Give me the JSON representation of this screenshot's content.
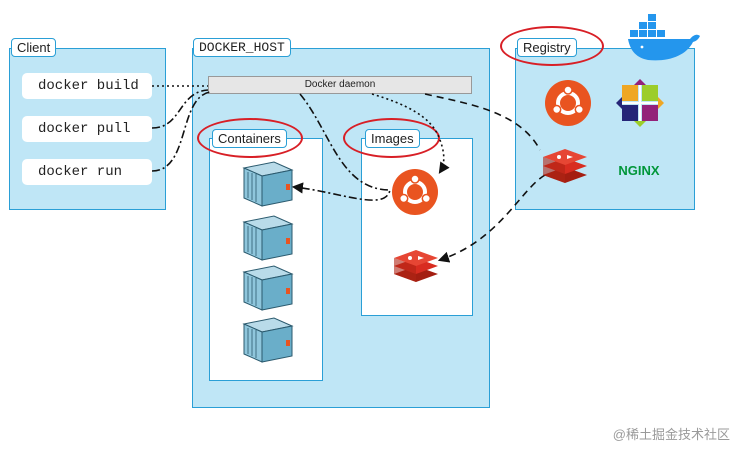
{
  "client": {
    "title": "Client",
    "commands": [
      "docker build",
      "docker pull",
      "docker run"
    ]
  },
  "host": {
    "title": "DOCKER_HOST",
    "daemon": "Docker daemon",
    "containers_title": "Containers",
    "images_title": "Images"
  },
  "registry": {
    "title": "Registry",
    "nginx_text": "NGINX"
  },
  "watermark": "@稀土掘金技术社区",
  "colors": {
    "panel_fill": "#bfe6f6",
    "panel_border": "#2a9fd6",
    "highlight_ring": "#d81f26",
    "ubuntu_orange": "#e95420",
    "redis_red": "#d82c20",
    "nginx_green": "#009639"
  }
}
